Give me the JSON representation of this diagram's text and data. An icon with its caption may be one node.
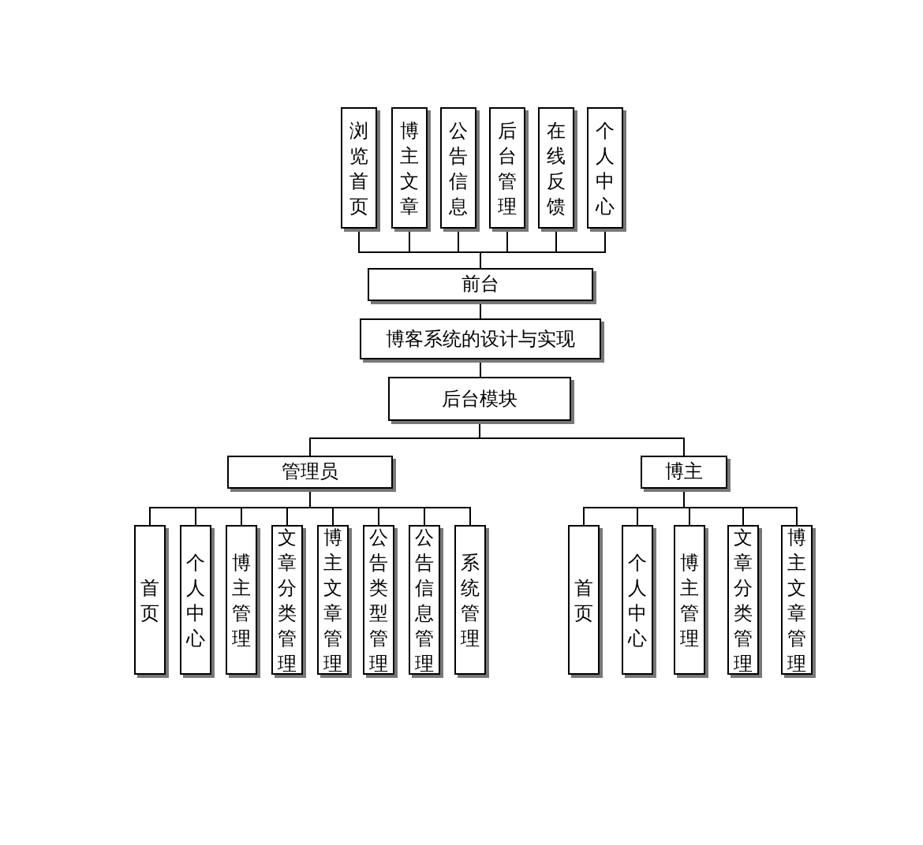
{
  "diagram": {
    "nodes": [
      {
        "text": [
          "浏览首页"
        ]
      },
      {
        "text": [
          "博主文章"
        ]
      },
      {
        "text": [
          "公告信息"
        ]
      },
      {
        "text": [
          "后台管理"
        ]
      },
      {
        "text": [
          "在线反馈"
        ]
      },
      {
        "text": [
          "个人中心"
        ]
      },
      {
        "text": [
          "前台"
        ]
      },
      {
        "text": [
          "博客系统的设计与实现"
        ]
      },
      {
        "text": [
          "后台模块"
        ]
      },
      {
        "text": [
          "管理员"
        ]
      },
      {
        "text": [
          "首页"
        ]
      },
      {
        "text": [
          "个人中心"
        ]
      },
      {
        "text": [
          "博主管理"
        ]
      },
      {
        "text": [
          "文章分类管理"
        ]
      },
      {
        "text": [
          "博主文章管理"
        ]
      },
      {
        "text": [
          "公告类型管理"
        ]
      },
      {
        "text": [
          "公告信息管理"
        ]
      },
      {
        "text": [
          "系统管理"
        ]
      },
      {
        "text": [
          "博主"
        ]
      },
      {
        "text": [
          "首页"
        ]
      },
      {
        "text": [
          "个人中心"
        ]
      },
      {
        "text": [
          "博主管理"
        ]
      },
      {
        "text": [
          "文章分类管理"
        ]
      },
      {
        "text": [
          "博主文章管理"
        ]
      }
    ],
    "edges": [
      {
        "from": 6,
        "to": 0,
        "arrow": "none"
      },
      {
        "from": 6,
        "to": 1,
        "arrow": "none"
      },
      {
        "from": 6,
        "to": 2,
        "arrow": "none"
      },
      {
        "from": 6,
        "to": 3,
        "arrow": "none"
      },
      {
        "from": 6,
        "to": 4,
        "arrow": "none"
      },
      {
        "from": 6,
        "to": 5,
        "arrow": "none"
      },
      {
        "from": 6,
        "to": 7,
        "arrow": "none"
      },
      {
        "from": 7,
        "to": 8,
        "arrow": "none"
      },
      {
        "from": 8,
        "to": 9,
        "arrow": "none"
      },
      {
        "from": 8,
        "to": 18,
        "arrow": "none"
      },
      {
        "from": 9,
        "to": 10,
        "arrow": "none"
      },
      {
        "from": 9,
        "to": 11,
        "arrow": "none"
      },
      {
        "from": 9,
        "to": 12,
        "arrow": "none"
      },
      {
        "from": 9,
        "to": 13,
        "arrow": "none"
      },
      {
        "from": 9,
        "to": 14,
        "arrow": "none"
      },
      {
        "from": 9,
        "to": 15,
        "arrow": "none"
      },
      {
        "from": 9,
        "to": 16,
        "arrow": "none"
      },
      {
        "from": 9,
        "to": 17,
        "arrow": "none"
      },
      {
        "from": 18,
        "to": 19,
        "arrow": "none"
      },
      {
        "from": 18,
        "to": 20,
        "arrow": "none"
      },
      {
        "from": 18,
        "to": 21,
        "arrow": "none"
      },
      {
        "from": 18,
        "to": 22,
        "arrow": "none"
      },
      {
        "from": 18,
        "to": 23,
        "arrow": "none"
      }
    ]
  }
}
